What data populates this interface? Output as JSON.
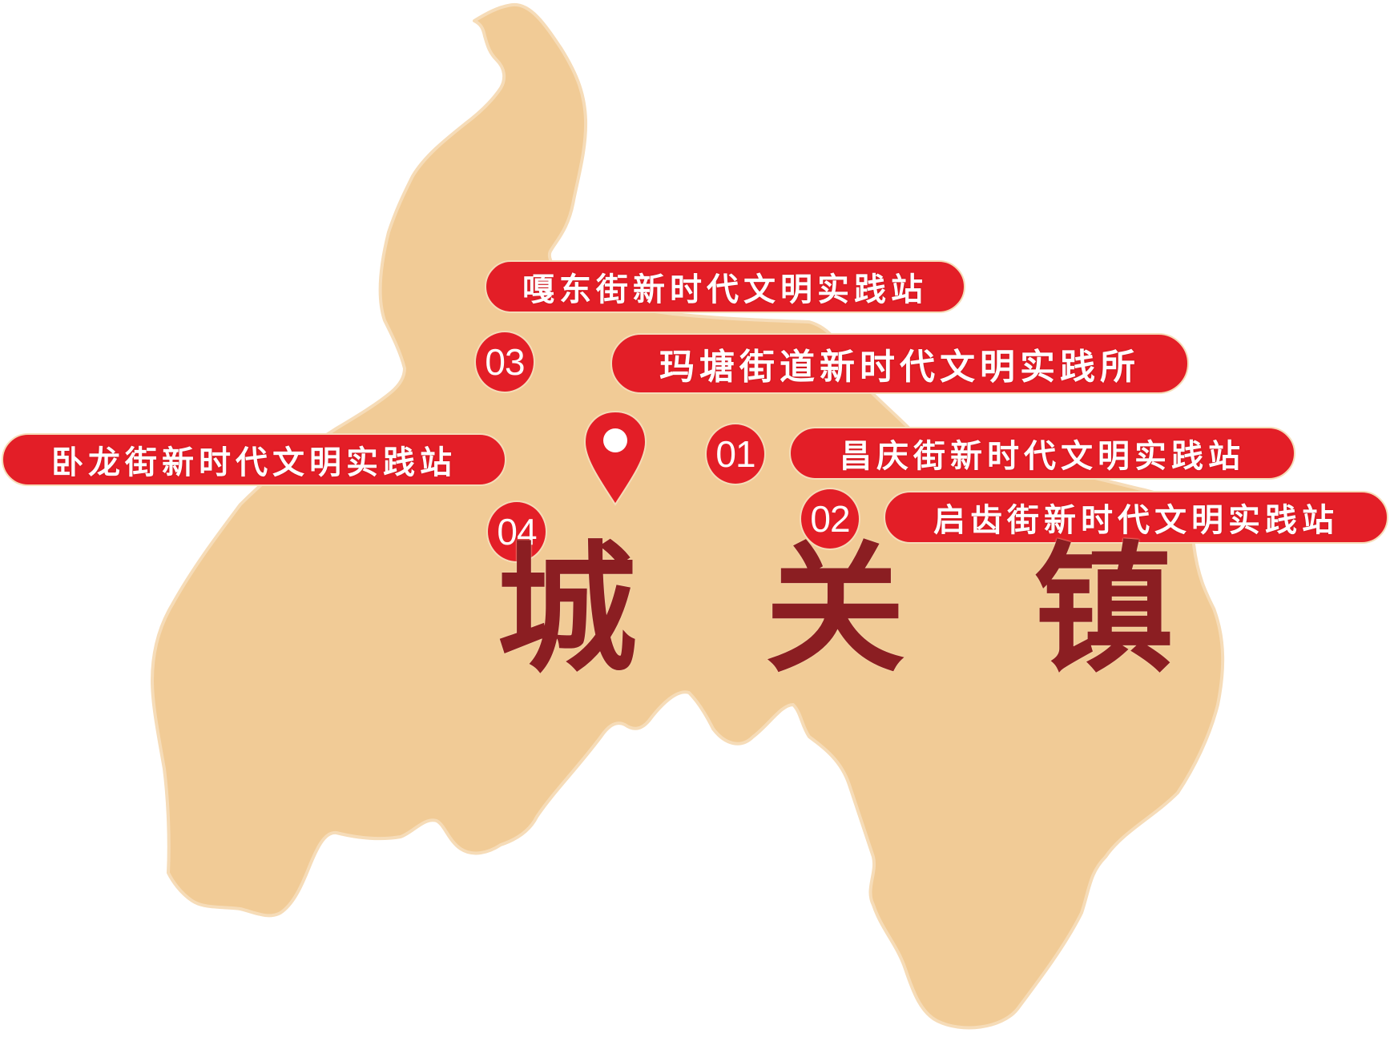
{
  "map": {
    "region_name": "城关镇",
    "title_chars": [
      "城",
      "关",
      "镇"
    ],
    "colors": {
      "land_fill": "#f1cb96",
      "land_stroke": "#f6dcb8",
      "label_bg": "#e31e27",
      "label_text": "#ffffff",
      "title_text": "#8b1e22",
      "background": "#ffffff"
    },
    "pin_icon": "location-pin-icon"
  },
  "stations": [
    {
      "number": "01",
      "name": "昌庆街新时代文明实践站"
    },
    {
      "number": "02",
      "name": "启齿街新时代文明实践站"
    },
    {
      "number": "03",
      "name": "嘎东街新时代文明实践站"
    },
    {
      "number": "04",
      "name": "卧龙街新时代文明实践站"
    }
  ],
  "center": {
    "name": "玛塘街道新时代文明实践所"
  }
}
